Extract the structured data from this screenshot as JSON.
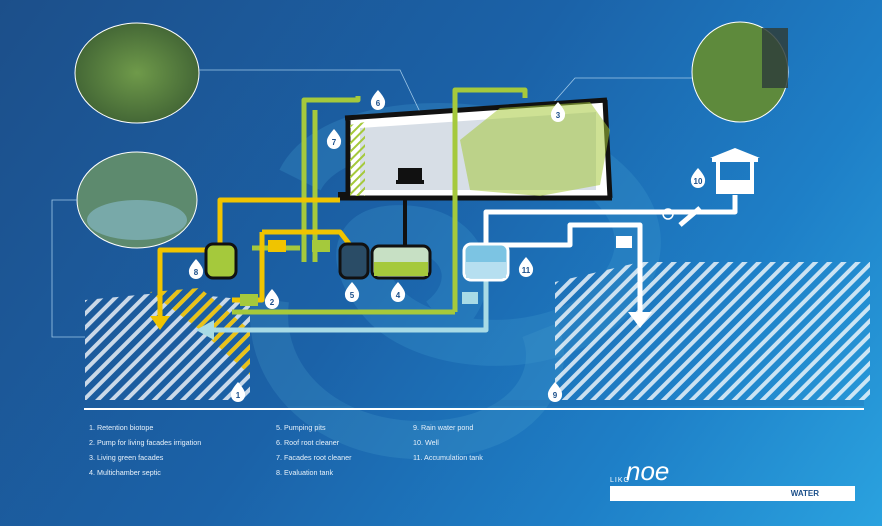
{
  "legend": {
    "col1": [
      "1. Retention biotope",
      "2. Pump for living facades irrigation",
      "3. Living green facades",
      "4. Multichamber septic"
    ],
    "col2": [
      "5. Pumping pits",
      "6. Roof root cleaner",
      "7. Facades root cleaner",
      "8. Evaluation tank"
    ],
    "col3": [
      "9. Rain water pond",
      "10. Well",
      "11. Accumulation tank"
    ]
  },
  "markers": [
    "1",
    "2",
    "3",
    "4",
    "5",
    "6",
    "7",
    "8",
    "9",
    "10",
    "11"
  ],
  "brand": {
    "logo_small": "LIKO",
    "logo_large": "noe",
    "section_label": "WATER"
  },
  "colors": {
    "background": "#1b62a8",
    "green_pipe": "#a5c93c",
    "yellow_pipe": "#f0c400",
    "white_pipe": "#ffffff",
    "light_blue_pipe": "#a8dbe6",
    "building": "#111111"
  }
}
